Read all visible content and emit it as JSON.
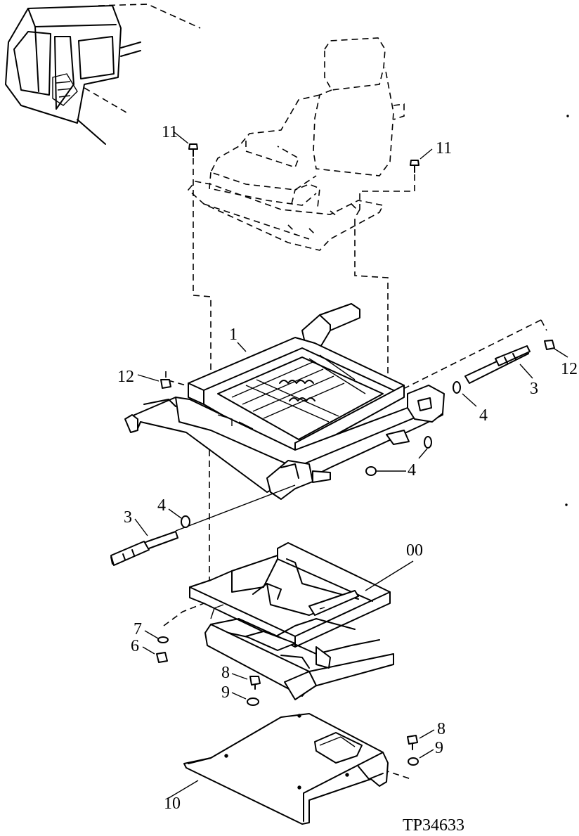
{
  "figure_id": "TP34633",
  "callouts": {
    "c11_left": "11",
    "c11_right": "11",
    "c1": "1",
    "c12_left": "12",
    "c12_right": "12",
    "c3_right": "3",
    "c4_right_upper": "4",
    "c4_right_lower": "4",
    "c4_left": "4",
    "c3_left": "3",
    "c00": "00",
    "c7": "7",
    "c6": "6",
    "c8_center": "8",
    "c9_center": "9",
    "c8_right": "8",
    "c9_right": "9",
    "c10": "10"
  }
}
